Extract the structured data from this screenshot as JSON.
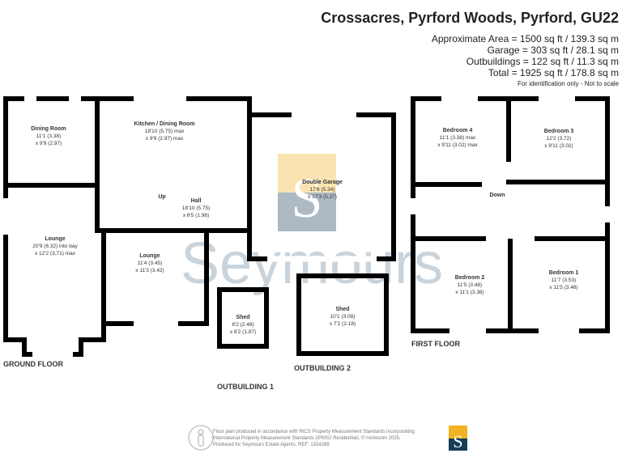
{
  "header": {
    "title": "Crossacres, Pyrford Woods, Pyrford, GU22",
    "lines": [
      "Approximate Area = 1500 sq ft / 139.3 sq m",
      "Garage = 303 sq ft / 28.1 sq m",
      "Outbuildings = 122 sq ft / 11.3 sq m",
      "Total = 1925 sq ft / 178.8 sq m"
    ],
    "note": "For identification only - Not to scale"
  },
  "watermark": "Seymours",
  "rooms": {
    "dining": {
      "name": "Dining Room",
      "d1": "11'1 (3.38)",
      "d2": "x 9'9 (2.97)"
    },
    "kitchen": {
      "name": "Kitchen / Dining Room",
      "d1": "18'10 (5.75) max",
      "d2": "x 9'9 (2.97) max"
    },
    "hall": {
      "name": "Hall",
      "d1": "18'10 (5.75)",
      "d2": "x 6'5 (1.96)"
    },
    "lounge1": {
      "name": "Lounge",
      "d1": "20'9 (6.32) into bay",
      "d2": "x 12'2 (3.71) max"
    },
    "lounge2": {
      "name": "Lounge",
      "d1": "11'4 (3.45)",
      "d2": "x 11'3 (3.42)"
    },
    "garage": {
      "name": "Double Garage",
      "d1": "17'6 (5.34)",
      "d2": "x 17'3 (5.27)"
    },
    "shed1": {
      "name": "Shed",
      "d1": "8'2 (2.48)",
      "d2": "x 6'2 (1.87)"
    },
    "shed2": {
      "name": "Shed",
      "d1": "10'1 (3.08)",
      "d2": "x 7'2 (2.18)"
    },
    "bed4": {
      "name": "Bedroom 4",
      "d1": "11'1 (3.38) max",
      "d2": "x 9'11 (3.02) max"
    },
    "bed3": {
      "name": "Bedroom 3",
      "d1": "12'2 (3.72)",
      "d2": "x 9'11 (3.02)"
    },
    "bed2": {
      "name": "Bedroom 2",
      "d1": "11'5 (3.48)",
      "d2": "x 11'1 (3.38)"
    },
    "bed1": {
      "name": "Bedroom 1",
      "d1": "11'7 (3.53)",
      "d2": "x 11'5 (3.48)"
    }
  },
  "stairs": {
    "up": "Up",
    "down": "Down"
  },
  "floors": {
    "ground": "GROUND FLOOR",
    "first": "FIRST FLOOR",
    "out1": "OUTBUILDING 1",
    "out2": "OUTBUILDING 2"
  },
  "footer": {
    "l1": "Floor plan produced in accordance with RICS Property Measurement Standards incorporating",
    "l2": "International Property Measurement Standards (IPMS2 Residential).   © nichecom 2025.",
    "l3": "Produced for Seymours Estate Agents.   REF:  1324289"
  },
  "logo": {
    "letter": "S"
  },
  "colors": {
    "wall": "#000000",
    "logo_top": "#f0b323",
    "logo_bottom": "#163d5a",
    "watermark": "#c9d3dc"
  }
}
